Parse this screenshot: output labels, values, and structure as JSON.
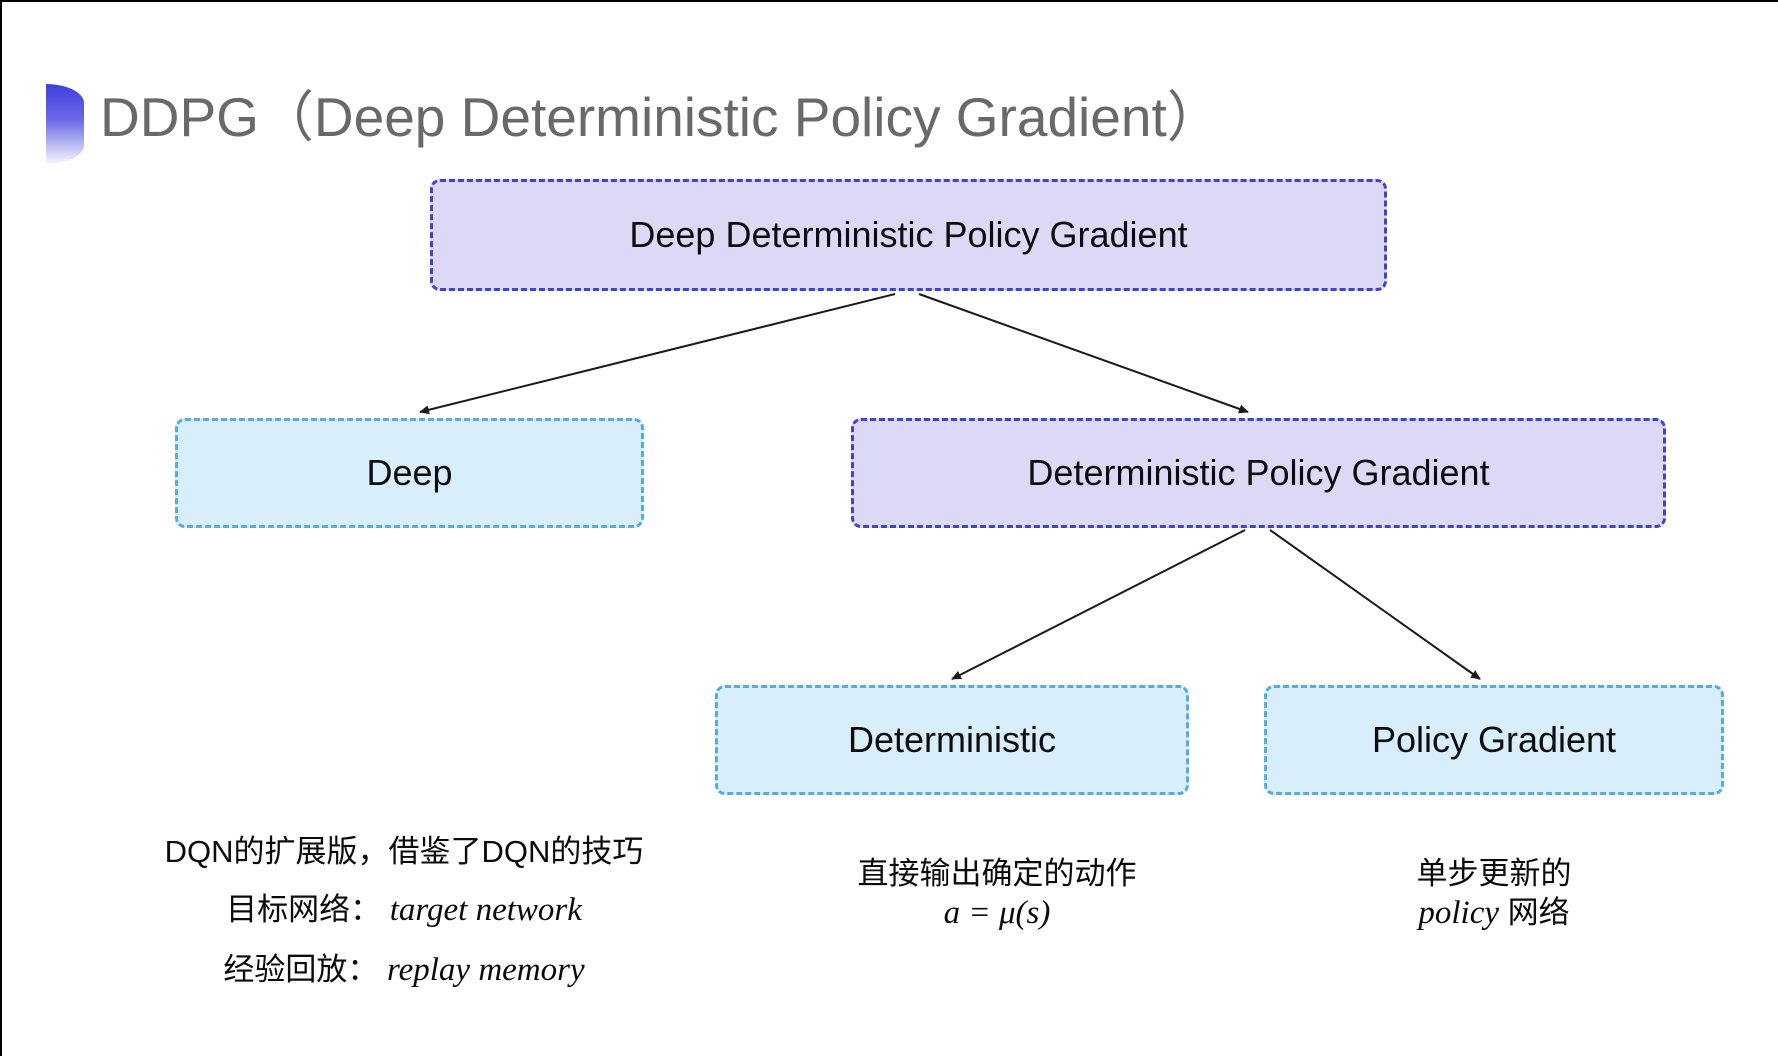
{
  "page": {
    "title": "DDPG（Deep Deterministic Policy Gradient）"
  },
  "boxes": {
    "root": {
      "label": "Deep Deterministic Policy Gradient"
    },
    "deep": {
      "label": "Deep"
    },
    "dpg": {
      "label": "Deterministic Policy Gradient"
    },
    "deterministic": {
      "label": "Deterministic"
    },
    "policy_gradient": {
      "label": "Policy Gradient"
    }
  },
  "annotations": {
    "deep": {
      "line1": "DQN的扩展版，借鉴了DQN的技巧",
      "line2_label": "目标网络：",
      "line2_term": "target network",
      "line3_label": "经验回放：",
      "line3_term": "replay memory"
    },
    "deterministic": {
      "line1": "直接输出确定的动作",
      "formula": "a = μ(s)"
    },
    "policy_gradient": {
      "line1": "单步更新的",
      "term": "policy",
      "suffix": " 网络"
    }
  },
  "colors": {
    "purple_fill": "#dcd9f6",
    "purple_border": "#4343c9",
    "cyan_fill": "#d9eefb",
    "cyan_border": "#58abdf",
    "title_gray": "#696969",
    "icon_top": "#3e3edc",
    "arrow": "#1a1a1a"
  }
}
